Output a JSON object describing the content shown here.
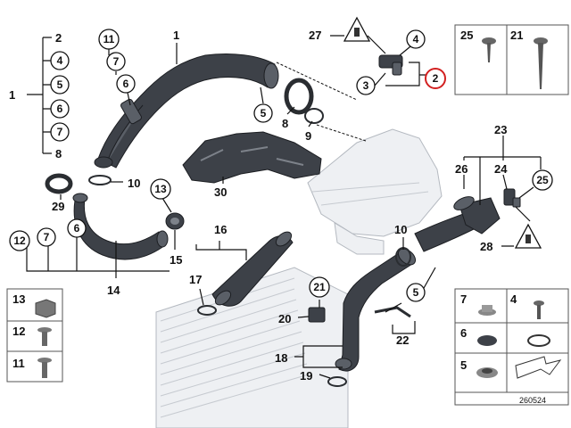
{
  "labels": {
    "n1": "1",
    "n2": "2",
    "n3": "3",
    "n4": "4",
    "n5": "5",
    "n6": "6",
    "n7": "7",
    "n8": "8",
    "n9": "9",
    "n10": "10",
    "n11": "11",
    "n12": "12",
    "n13": "13",
    "n14": "14",
    "n15": "15",
    "n16": "16",
    "n17": "17",
    "n18": "18",
    "n19": "19",
    "n20": "20",
    "n21": "21",
    "n22": "22",
    "n23": "23",
    "n24": "24",
    "n25": "25",
    "n26": "26",
    "n27": "27",
    "n28": "28",
    "n29": "29",
    "n30": "30"
  },
  "diagram_number": "260524",
  "colors": {
    "pipe": "#3d4148",
    "ghost": "#eef0f3",
    "highlight": "#d22020"
  }
}
